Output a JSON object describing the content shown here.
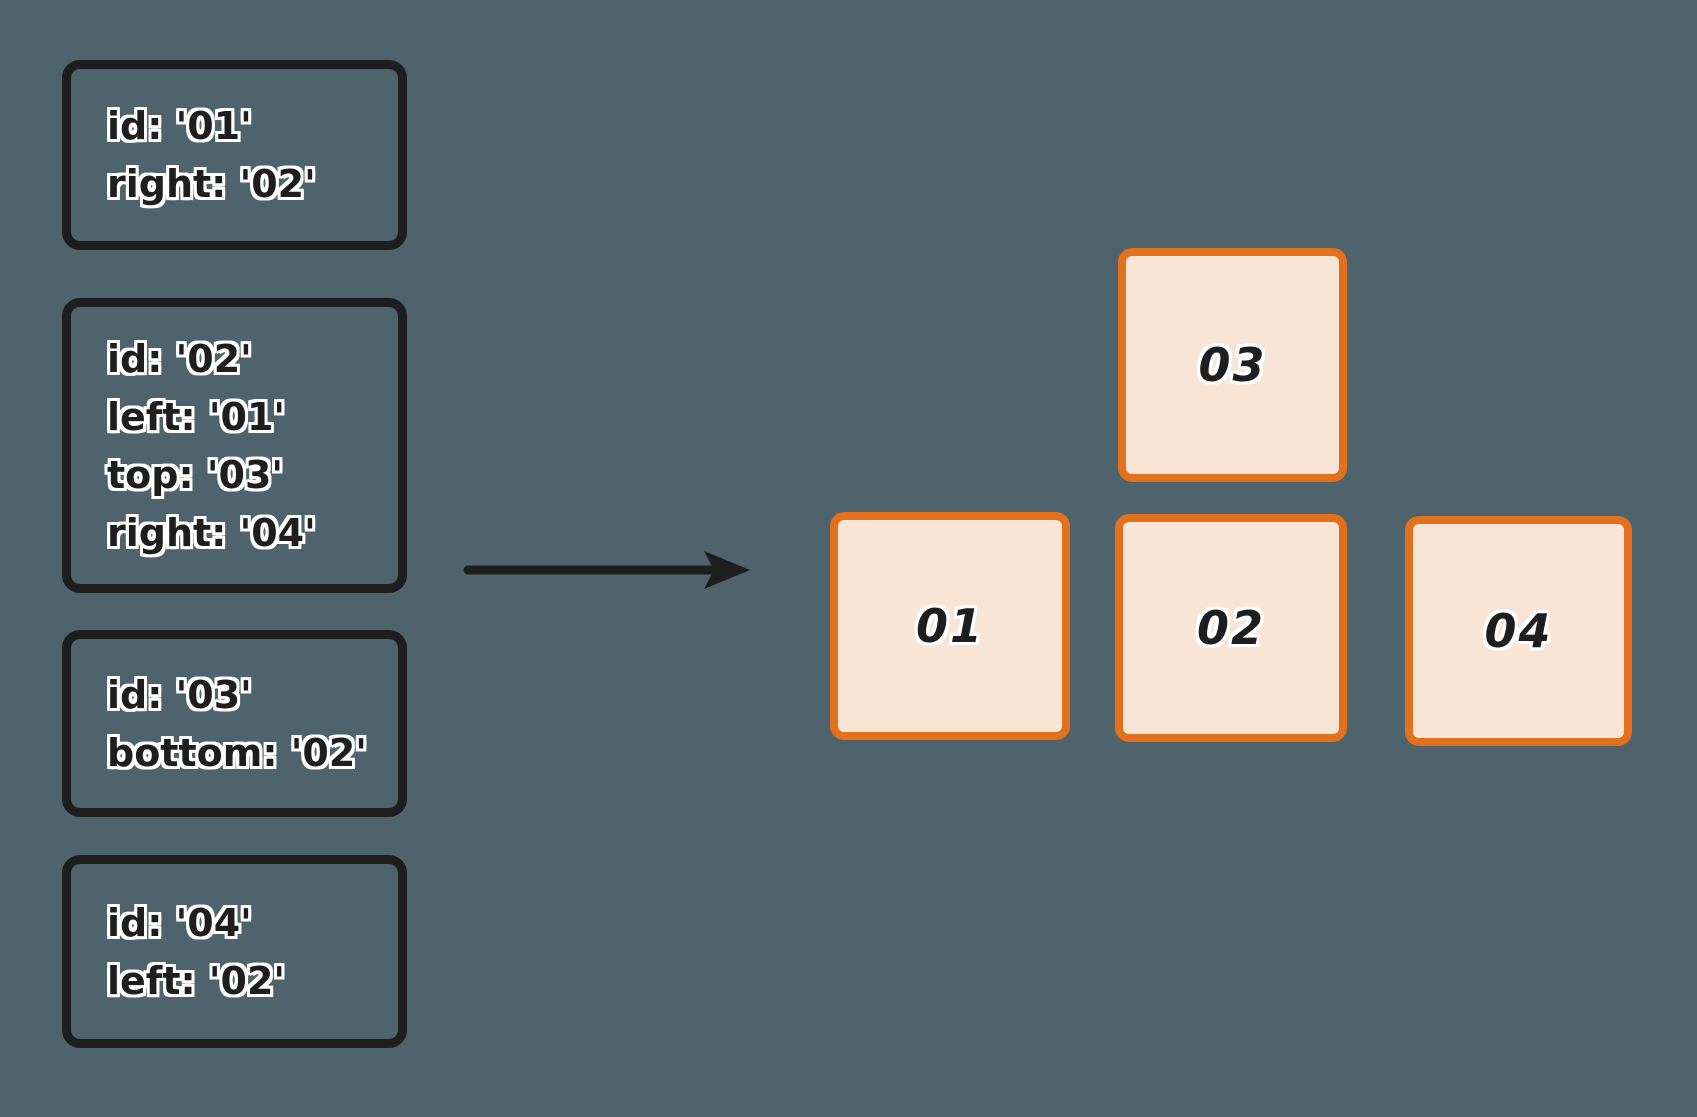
{
  "canvas": {
    "background_color": "#4e636b",
    "stroke_color": "#1e1e1e",
    "accent_color": "#e2701c",
    "card_fill_color": "#f8e5d6"
  },
  "definition_boxes": [
    {
      "id": "01",
      "lines": [
        "id: '01'",
        "right: '02'"
      ]
    },
    {
      "id": "02",
      "lines": [
        "id: '02'",
        "left: '01'",
        "top: '03'",
        "right: '04'"
      ]
    },
    {
      "id": "03",
      "lines": [
        "id: '03'",
        "bottom: '02'"
      ]
    },
    {
      "id": "04",
      "lines": [
        "id: '04'",
        "left: '02'"
      ]
    }
  ],
  "arrow": {
    "name": "transform-arrow",
    "color": "#1e1e1e"
  },
  "layout_cards": [
    {
      "label": "01"
    },
    {
      "label": "02"
    },
    {
      "label": "03"
    },
    {
      "label": "04"
    }
  ]
}
